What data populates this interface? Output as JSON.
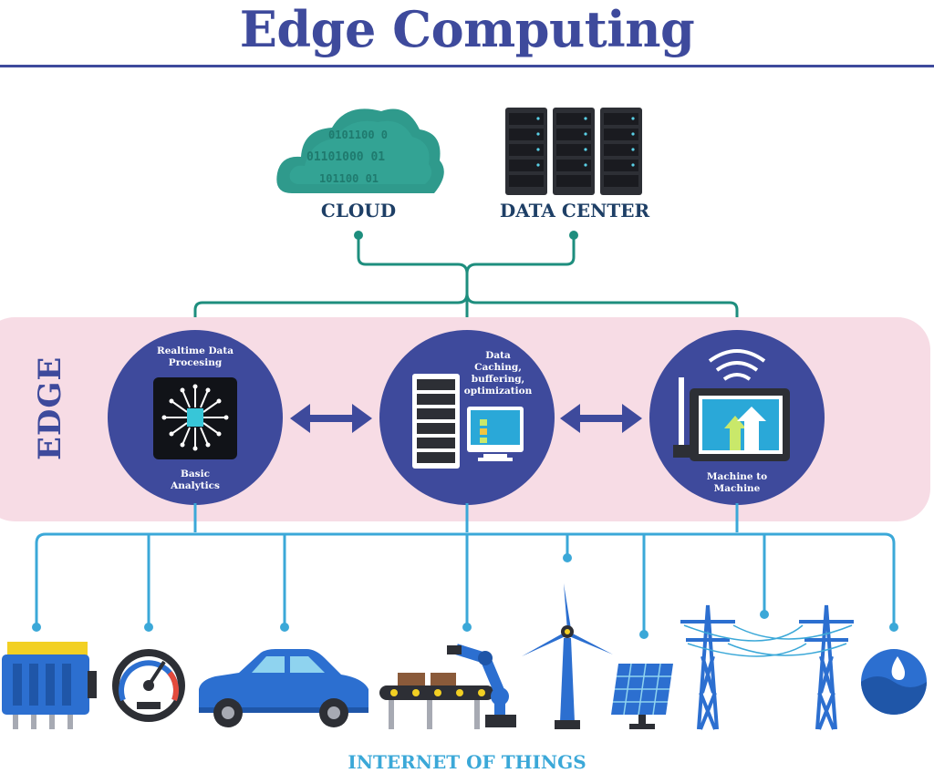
{
  "title": "Edge Computing",
  "top": {
    "cloud_label": "CLOUD",
    "datacenter_label": "DATA CENTER",
    "cloud_binary": [
      "0101100 0",
      "01101000 01",
      "101100 01"
    ]
  },
  "edge": {
    "label": "EDGE",
    "nodes": [
      {
        "top_label": "Realtime Data\nProcesing",
        "bottom_label": "Basic\nAnalytics"
      },
      {
        "top_label": "Data\nCaching,\nbuffering,\noptimization",
        "bottom_label": ""
      },
      {
        "top_label": "",
        "bottom_label": "Machine to\nMachine"
      }
    ]
  },
  "iot_label": "INTERNET OF THINGS",
  "colors": {
    "title": "#3e4a9c",
    "teal": "#1e8e7e",
    "edge_band": "#f7dce5",
    "node": "#3e4a9c",
    "iot_line": "#3ba8d8",
    "dark_label": "#1e3f66"
  }
}
